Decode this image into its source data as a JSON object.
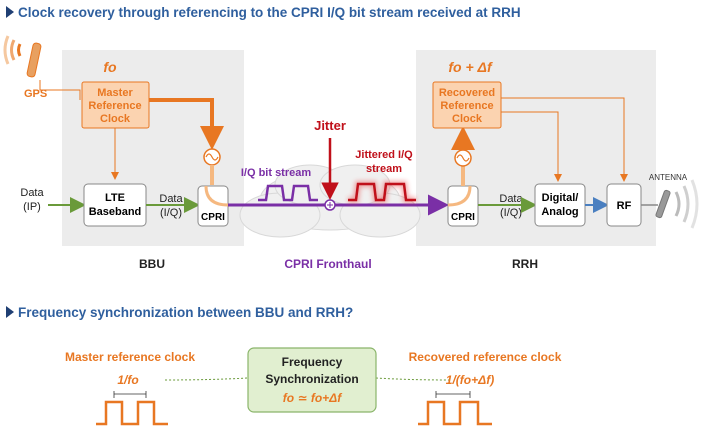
{
  "titles": {
    "top": "Clock recovery through referencing to the CPRI I/Q bit stream received at RRH",
    "bottom": "Frequency synchronization between BBU and RRH?"
  },
  "left": {
    "gps": "GPS",
    "fo": "fo",
    "master_clock": [
      "Master",
      "Reference",
      "Clock"
    ],
    "data_in": [
      "Data",
      "(IP)"
    ],
    "lte": [
      "LTE",
      "Baseband"
    ],
    "data_iq": [
      "Data",
      "(I/Q)"
    ],
    "cpri": "CPRI",
    "section": "BBU"
  },
  "middle": {
    "iq_stream": "I/Q bit stream",
    "jitter": "Jitter",
    "jittered": [
      "Jittered I/Q",
      "stream"
    ],
    "fronthaul": "CPRI Fronthaul"
  },
  "right": {
    "fo_df": "fo + Δf",
    "recovered_clock": [
      "Recovered",
      "Reference",
      "Clock"
    ],
    "cpri": "CPRI",
    "data_iq": [
      "Data",
      "(I/Q)"
    ],
    "da": [
      "Digital/",
      "Analog"
    ],
    "rf": "RF",
    "antenna": "ANTENNA",
    "section": "RRH"
  },
  "bottom": {
    "master_label": "Master reference clock",
    "master_period": "1/fo",
    "sync": [
      "Frequency",
      "Synchronization",
      "fo ≃ fo+Δf"
    ],
    "recovered_label": "Recovered reference clock",
    "recovered_period": "1/(fo+Δf)"
  },
  "colors": {
    "title": "#2f5f9e",
    "orange": "#e87722",
    "purple": "#7a2fa6",
    "red": "#c0101a",
    "green": "#6a9a3a",
    "blue": "#4a7fc0"
  }
}
